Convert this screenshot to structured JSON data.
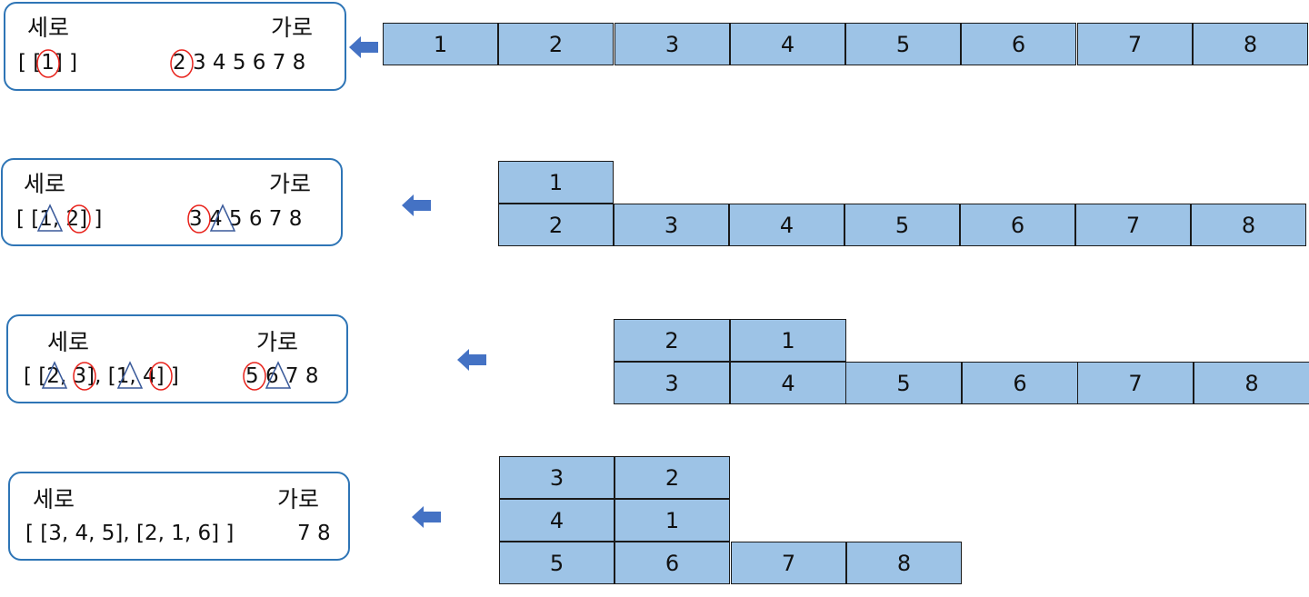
{
  "labels": {
    "vertical": "세로",
    "horizontal": "가로"
  },
  "steps": [
    {
      "vertical_value": "[ [1] ]",
      "horizontal_value": "2 3 4 5 6 7 8"
    },
    {
      "vertical_value": "[ [1, 2] ]",
      "horizontal_value": "3 4 5 6 7 8"
    },
    {
      "vertical_value": "[ [2, 3], [1, 4] ]",
      "horizontal_value": "5 6 7 8"
    },
    {
      "vertical_value": "[ [3, 4, 5], [2, 1, 6] ]",
      "horizontal_value": "7 8"
    }
  ],
  "grids": [
    {
      "rows": [
        [
          "1",
          "2",
          "3",
          "4",
          "5",
          "6",
          "7",
          "8"
        ]
      ]
    },
    {
      "rows": [
        [
          "1"
        ],
        [
          "2",
          "3",
          "4",
          "5",
          "6",
          "7",
          "8"
        ]
      ]
    },
    {
      "rows": [
        [
          "2",
          "1"
        ],
        [
          "3",
          "4",
          "5",
          "6",
          "7",
          "8"
        ]
      ]
    },
    {
      "rows": [
        [
          "3",
          "2"
        ],
        [
          "4",
          "1"
        ],
        [
          "5",
          "6",
          "7",
          "8"
        ]
      ]
    }
  ],
  "colors": {
    "cell_fill": "#9dc3e6",
    "box_border": "#2e75b6",
    "arrow": "#4472c4",
    "circle": "#e8221b",
    "triangle": "#3a5a9a"
  }
}
